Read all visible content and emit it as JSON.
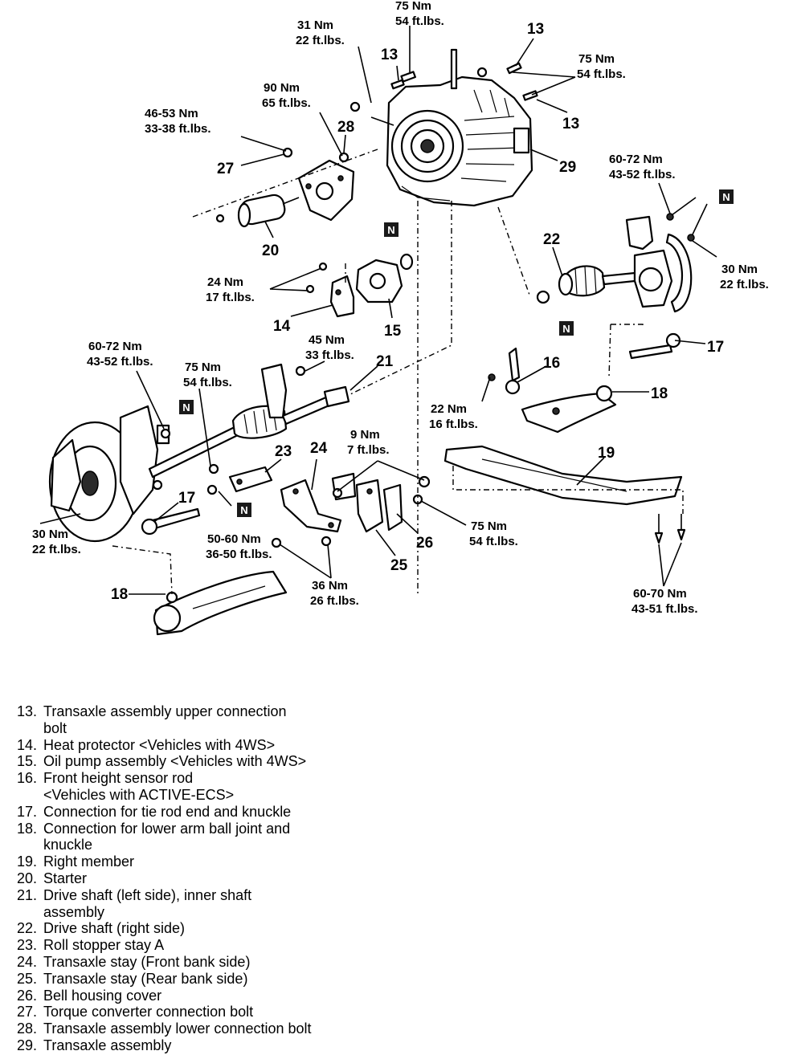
{
  "torque_labels": [
    {
      "nm": "75 Nm",
      "ftlbs": "54 ft.lbs."
    },
    {
      "nm": "31 Nm",
      "ftlbs": "22 ft.lbs."
    },
    {
      "nm": "75 Nm",
      "ftlbs": "54 ft.lbs."
    },
    {
      "nm": "90 Nm",
      "ftlbs": "65 ft.lbs."
    },
    {
      "nm": "46-53 Nm",
      "ftlbs": "33-38 ft.lbs."
    },
    {
      "nm": "60-72 Nm",
      "ftlbs": "43-52 ft.lbs."
    },
    {
      "nm": "30 Nm",
      "ftlbs": "22 ft.lbs."
    },
    {
      "nm": "24 Nm",
      "ftlbs": "17 ft.lbs."
    },
    {
      "nm": "45 Nm",
      "ftlbs": "33 ft.lbs."
    },
    {
      "nm": "60-72 Nm",
      "ftlbs": "43-52 ft.lbs."
    },
    {
      "nm": "75 Nm",
      "ftlbs": "54 ft.lbs."
    },
    {
      "nm": "22 Nm",
      "ftlbs": "16 ft.lbs."
    },
    {
      "nm": "9 Nm",
      "ftlbs": "7 ft.lbs."
    },
    {
      "nm": "30 Nm",
      "ftlbs": "22 ft.lbs."
    },
    {
      "nm": "50-60 Nm",
      "ftlbs": "36-50 ft.lbs."
    },
    {
      "nm": "75 Nm",
      "ftlbs": "54 ft.lbs."
    },
    {
      "nm": "36 Nm",
      "ftlbs": "26 ft.lbs."
    },
    {
      "nm": "60-70 Nm",
      "ftlbs": "43-51 ft.lbs."
    }
  ],
  "callouts": {
    "c13a": "13",
    "c13b": "13",
    "c13c": "13",
    "c14": "14",
    "c15": "15",
    "c16": "16",
    "c17a": "17",
    "c17b": "17",
    "c18a": "18",
    "c18b": "18",
    "c19": "19",
    "c20": "20",
    "c21": "21",
    "c22": "22",
    "c23": "23",
    "c24": "24",
    "c25": "25",
    "c26": "26",
    "c27": "27",
    "c28": "28",
    "c29": "29"
  },
  "n_marker": "N",
  "legend": [
    {
      "num": "13.",
      "text": "Transaxle assembly upper connection\nbolt"
    },
    {
      "num": "14.",
      "text": "Heat protector <Vehicles with 4WS>"
    },
    {
      "num": "15.",
      "text": "Oil pump assembly <Vehicles with 4WS>"
    },
    {
      "num": "16.",
      "text": "Front height sensor rod\n<Vehicles with ACTIVE-ECS>"
    },
    {
      "num": "17.",
      "text": "Connection for tie rod end and knuckle"
    },
    {
      "num": "18.",
      "text": "Connection for lower arm ball joint and\nknuckle"
    },
    {
      "num": "19.",
      "text": "Right member"
    },
    {
      "num": "20.",
      "text": "Starter"
    },
    {
      "num": "21.",
      "text": "Drive shaft (left side), inner shaft\nassembly"
    },
    {
      "num": "22.",
      "text": "Drive shaft (right side)"
    },
    {
      "num": "23.",
      "text": "Roll stopper stay A"
    },
    {
      "num": "24.",
      "text": "Transaxle stay (Front bank side)"
    },
    {
      "num": "25.",
      "text": "Transaxle stay (Rear bank side)"
    },
    {
      "num": "26.",
      "text": "Bell housing cover"
    },
    {
      "num": "27.",
      "text": "Torque converter connection bolt"
    },
    {
      "num": "28.",
      "text": "Transaxle assembly lower connection bolt"
    },
    {
      "num": "29.",
      "text": "Transaxle assembly"
    }
  ]
}
